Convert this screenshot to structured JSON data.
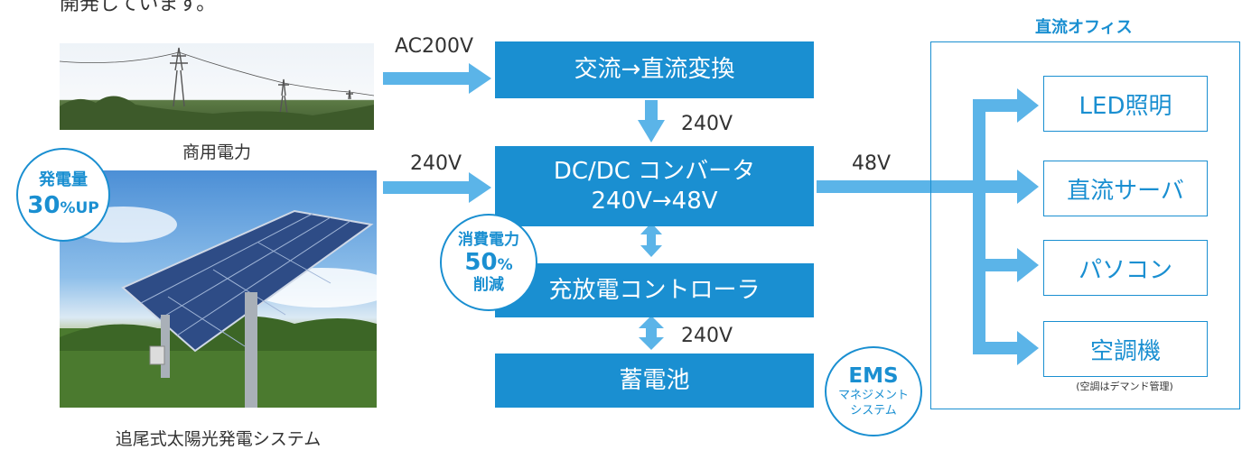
{
  "intro_text": "開発しています。",
  "office": {
    "title": "直流オフィス",
    "items": [
      "LED照明",
      "直流サーバ",
      "パソコン",
      "空調機"
    ],
    "note": "(空調はデマンド管理)"
  },
  "sources": {
    "commercial_caption": "商用電力",
    "solar_caption": "追尾式太陽光発電システム"
  },
  "badges": {
    "generation": {
      "line1": "発電量",
      "line2_num": "30",
      "line2_unit": "%UP"
    },
    "consumption": {
      "line1": "消費電力",
      "line2_num": "50",
      "line2_unit": "%",
      "line3": "削減"
    },
    "ems": {
      "line1": "EMS",
      "line2": "マネジメント",
      "line3": "システム"
    }
  },
  "boxes": {
    "ac_dc": "交流→直流変換",
    "dcdc_line1": "DC/DC コンバータ",
    "dcdc_line2": "240V→48V",
    "charge_controller": "充放電コントローラ",
    "battery": "蓄電池"
  },
  "voltages": {
    "ac_input": "AC200V",
    "solar_input": "240V",
    "acdc_out": "240V",
    "battery_link": "240V",
    "office_feed": "48V"
  },
  "colors": {
    "accent": "#1a8fd1",
    "arrow": "#5bb4e8"
  }
}
